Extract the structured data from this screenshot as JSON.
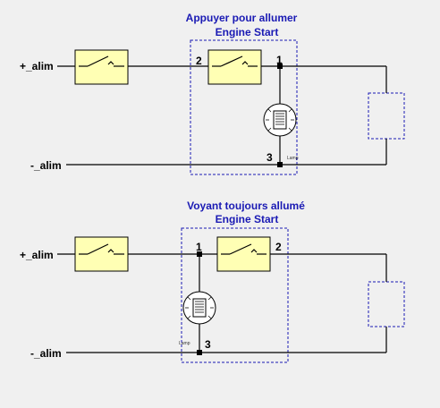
{
  "top": {
    "title_line1": "Appuyer pour allumer",
    "title_line2": "Engine Start",
    "plus_label": "+_alim",
    "minus_label": "-_alim",
    "node1": "1",
    "node2": "2",
    "node3": "3",
    "lamp_label": "Lamp"
  },
  "bottom": {
    "title_line1": "Voyant toujours allumé",
    "title_line2": "Engine Start",
    "plus_label": "+_alim",
    "minus_label": "-_alim",
    "node1": "1",
    "node2": "2",
    "node3": "3",
    "lamp_label": "Lamp"
  },
  "colors": {
    "background": "#f0f0f0",
    "switch_fill": "#ffffb4",
    "dashed_outline": "#1a1ab4",
    "title_text": "#1a1ab4"
  }
}
